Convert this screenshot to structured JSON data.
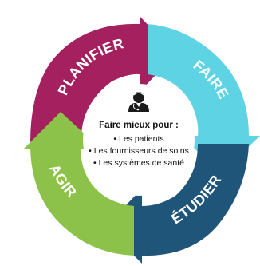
{
  "diagram": {
    "segments": [
      {
        "id": "planifier",
        "label": "PLANIFIER",
        "color": "#a4205f"
      },
      {
        "id": "faire",
        "label": "FAIRE",
        "color": "#5ed3e3"
      },
      {
        "id": "etudier",
        "label": "ÉTUDIER",
        "color": "#1f5578"
      },
      {
        "id": "agir",
        "label": "AGIR",
        "color": "#8cc24a"
      }
    ],
    "center": {
      "icon": "person-doctor-icon",
      "title": "Faire mieux pour :",
      "items": [
        "• Les patients",
        "• Les fournisseurs de soins",
        "• Les systèmes de santé"
      ]
    }
  }
}
